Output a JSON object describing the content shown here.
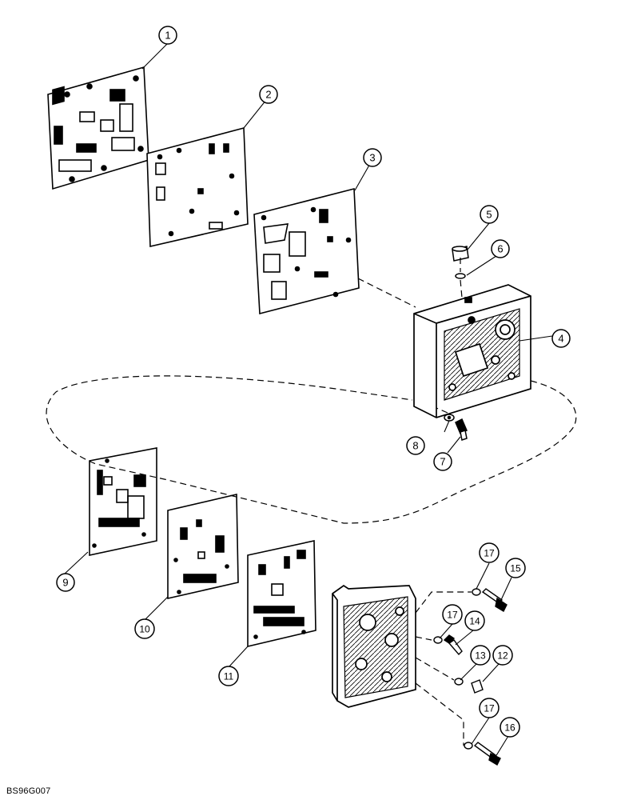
{
  "diagram": {
    "reference_code": "BS96G007",
    "callouts": [
      "1",
      "2",
      "3",
      "4",
      "5",
      "6",
      "7",
      "8",
      "9",
      "10",
      "11",
      "12",
      "13",
      "14",
      "15",
      "16",
      "17"
    ]
  }
}
